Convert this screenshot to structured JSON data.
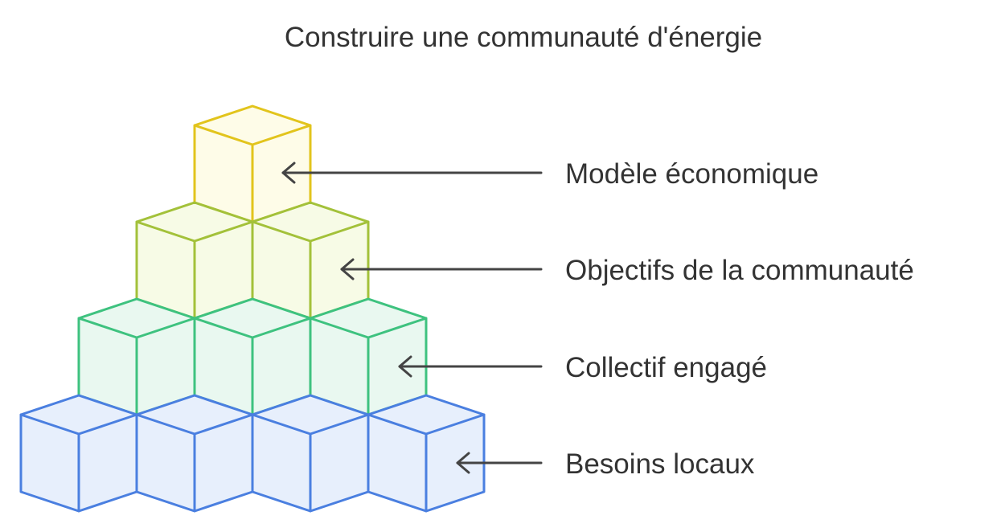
{
  "title": "Construire une communauté d'énergie",
  "layers": [
    {
      "label": "Modèle économique",
      "stroke": "#E2C41C",
      "fill": "#FEFCE8",
      "cubes": 1
    },
    {
      "label": "Objectifs de la communauté",
      "stroke": "#A3C13A",
      "fill": "#F7FBE6",
      "cubes": 2
    },
    {
      "label": "Collectif engagé",
      "stroke": "#3EC27F",
      "fill": "#E9F8F0",
      "cubes": 3
    },
    {
      "label": "Besoins locaux",
      "stroke": "#4A7FE0",
      "fill": "#E7EFFC",
      "cubes": 4
    }
  ]
}
